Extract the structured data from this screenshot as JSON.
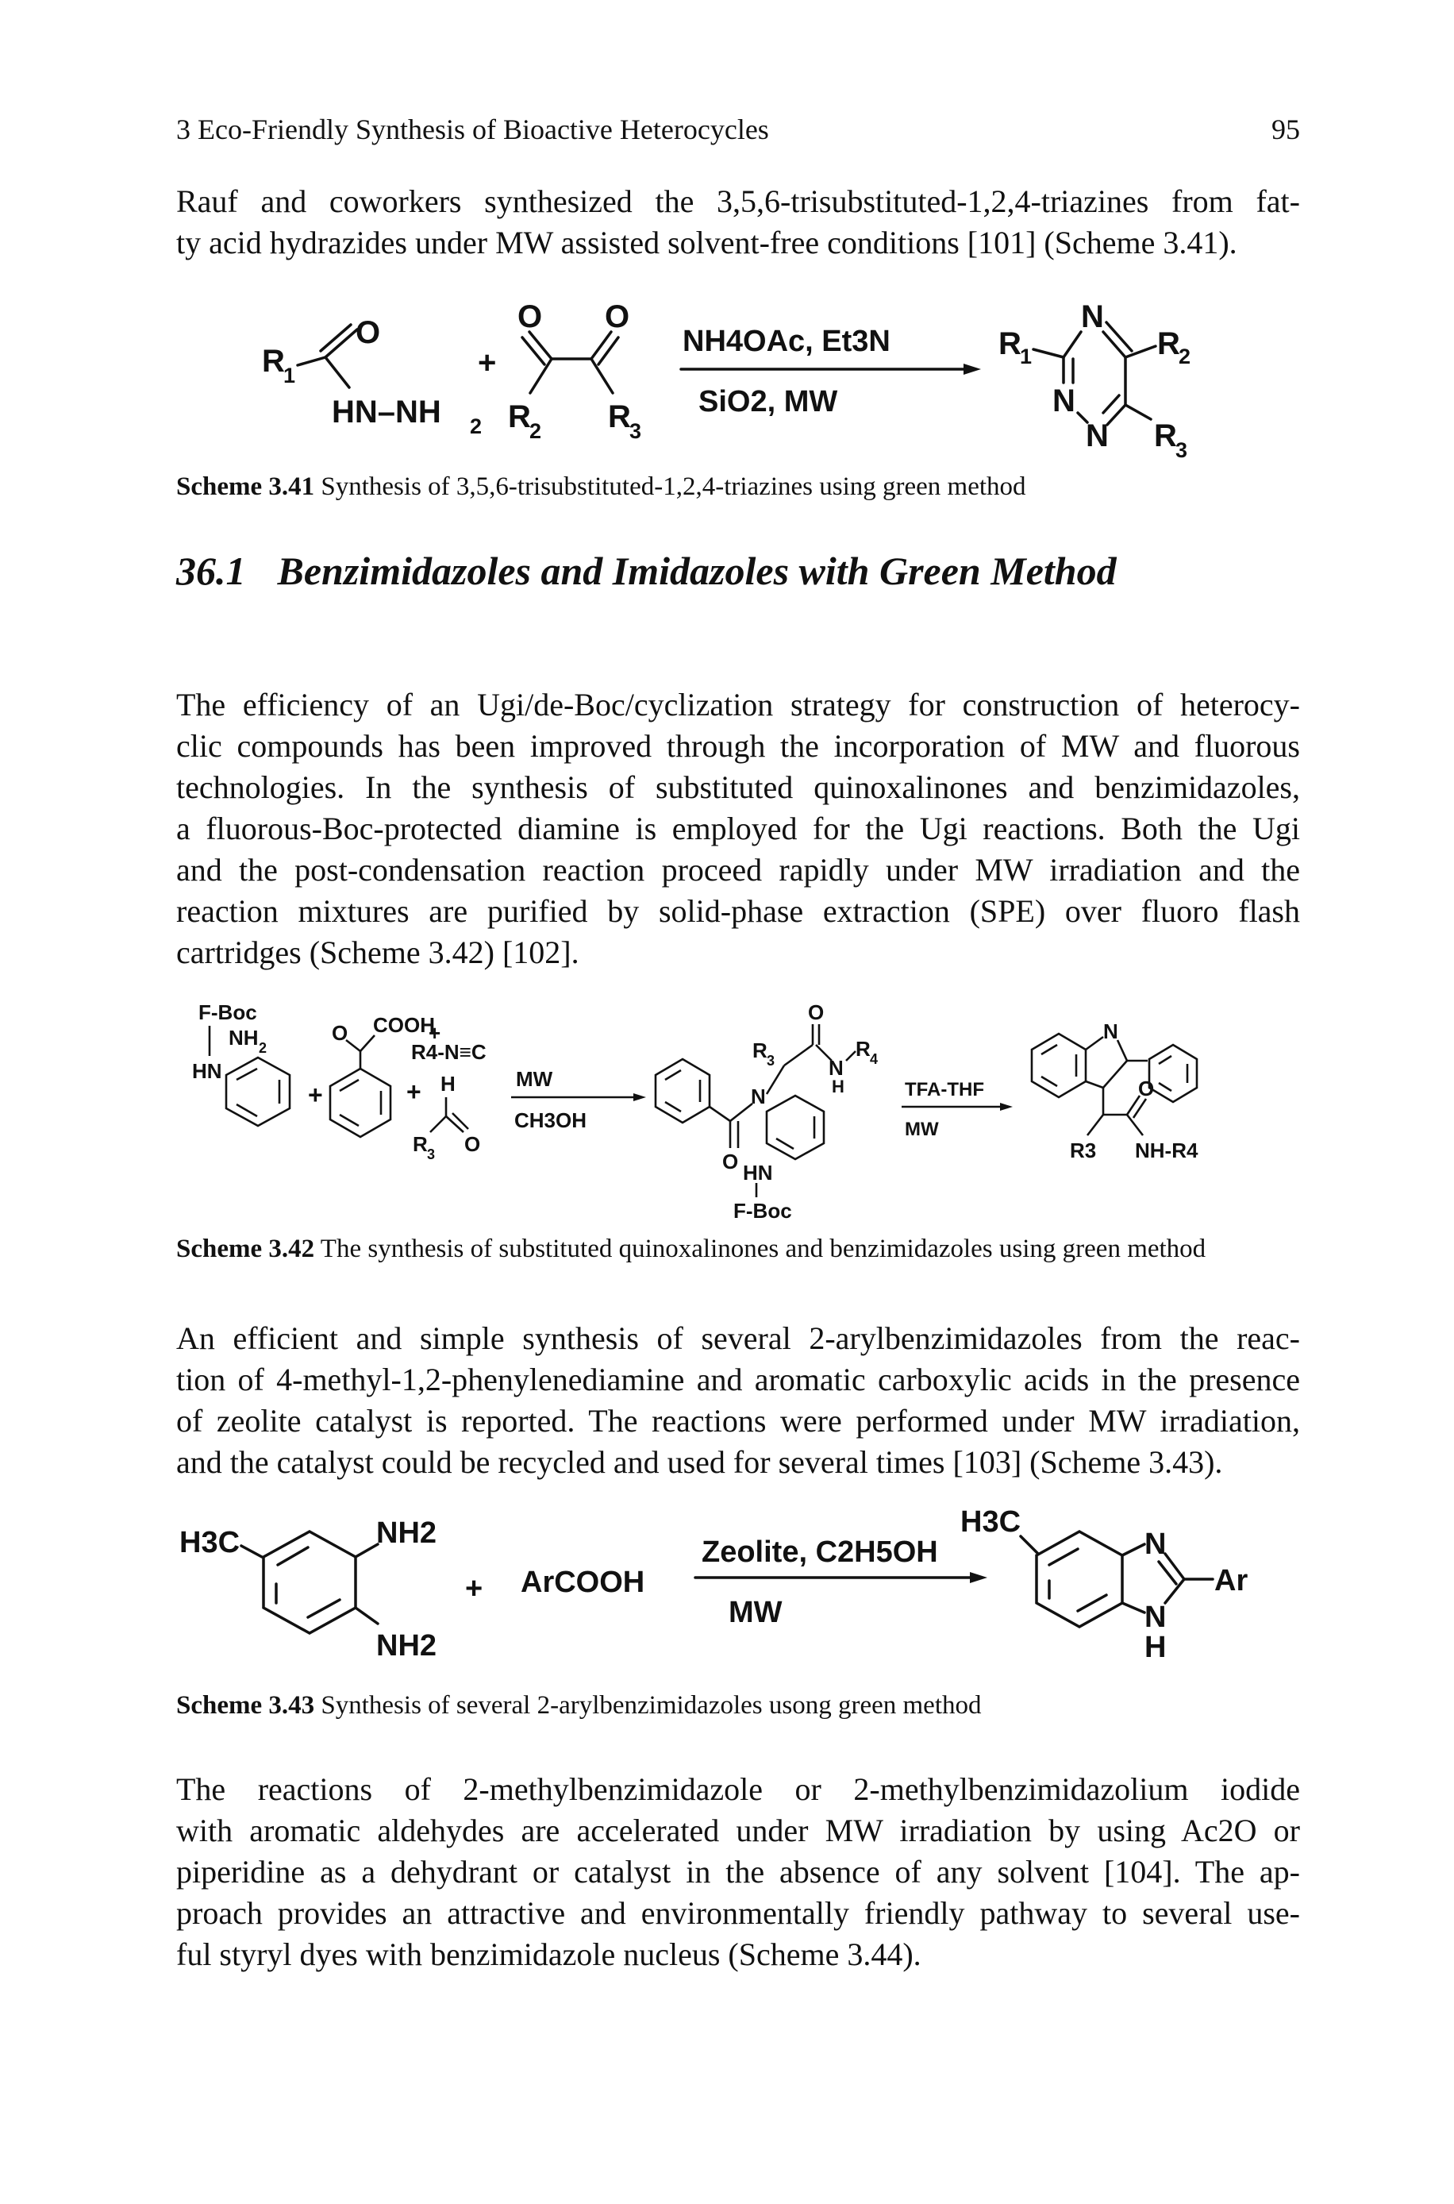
{
  "header": {
    "chapter": "3 Eco-Friendly Synthesis of Bioactive Heterocycles",
    "page_number": "95"
  },
  "para1": {
    "lines": [
      "Rauf and coworkers synthesized the 3,5,6-trisubstituted-1,2,4-triazines from fat-",
      "ty acid hydrazides under MW assisted solvent-free conditions [101] (Scheme 3.41)."
    ]
  },
  "scheme341": {
    "caption_label": "Scheme 3.41",
    "caption_text": "Synthesis of 3,5,6-trisubstituted-1,2,4-triazines using green method",
    "labels": {
      "r1": "R",
      "r1_sub": "1",
      "o": "O",
      "hn_nh2": "HN–NH",
      "sub2": "2",
      "plus": "+",
      "r2": "R",
      "r2_sub": "2",
      "r3": "R",
      "r3_sub": "3",
      "cond_top": "NH4OAc, Et3N",
      "cond_bottom": "SiO2, MW",
      "n": "N"
    }
  },
  "section": {
    "number": "36.1",
    "title": "Benzimidazoles and Imidazoles with Green Method"
  },
  "para2": {
    "lines": [
      "The efficiency of an Ugi/de-Boc/cyclization strategy for construction of heterocy-",
      "clic compounds has been improved through the incorporation of MW and fluorous",
      "technologies. In the synthesis of substituted quinoxalinones and benzimidazoles,",
      "a fluorous-Boc-protected diamine is employed for the Ugi reactions. Both the Ugi",
      "and the post-condensation reaction proceed rapidly under MW irradiation and the",
      "reaction mixtures are purified by solid-phase extraction (SPE) over fluoro flash",
      "cartridges (Scheme 3.42) [102]."
    ]
  },
  "scheme342": {
    "caption_label": "Scheme 3.42",
    "caption_text": "The synthesis of substituted quinoxalinones and benzimidazoles using green method",
    "labels": {
      "fboc": "F-Boc",
      "nh2": "NH",
      "two": "2",
      "hn": "HN",
      "cooh": "COOH",
      "o": "O",
      "plus": "+",
      "isonitrile": "R4-N≡C",
      "h": "H",
      "r3": "R",
      "three": "3",
      "mw": "MW",
      "ch3oh": "CH3OH",
      "r4": "R",
      "four": "4",
      "n": "N",
      "tfa": "TFA-THF",
      "nh_r4": "NH-R4",
      "r3b": "R3"
    }
  },
  "para3": {
    "lines": [
      "An efficient and simple synthesis of several 2-arylbenzimidazoles from the reac-",
      "tion of 4-methyl-1,2-phenylenediamine and aromatic carboxylic acids in the presence",
      "of zeolite catalyst is reported. The reactions were performed under MW irradiation,",
      "and the catalyst could be recycled and used for several times [103] (Scheme 3.43)."
    ]
  },
  "scheme343": {
    "caption_label": "Scheme 3.43",
    "caption_text": "Synthesis of several 2-arylbenzimidazoles usong green method",
    "labels": {
      "h3c": "H3C",
      "nh2": "NH2",
      "plus": "+",
      "arcooh": "ArCOOH",
      "cond_top": "Zeolite, C2H5OH",
      "cond_bottom": "MW",
      "n": "N",
      "ar": "Ar",
      "h": "H"
    }
  },
  "para4": {
    "lines": [
      "The reactions of 2-methylbenzimidazole or 2-methylbenzimidazolium iodide",
      "with aromatic aldehydes are accelerated under MW irradiation by using Ac2O or",
      "piperidine as a dehydrant or catalyst in the absence of any solvent [104]. The ap-",
      "proach provides an attractive and environmentally friendly pathway to several use-",
      "ful styryl dyes with benzimidazole nucleus (Scheme 3.44)."
    ]
  }
}
